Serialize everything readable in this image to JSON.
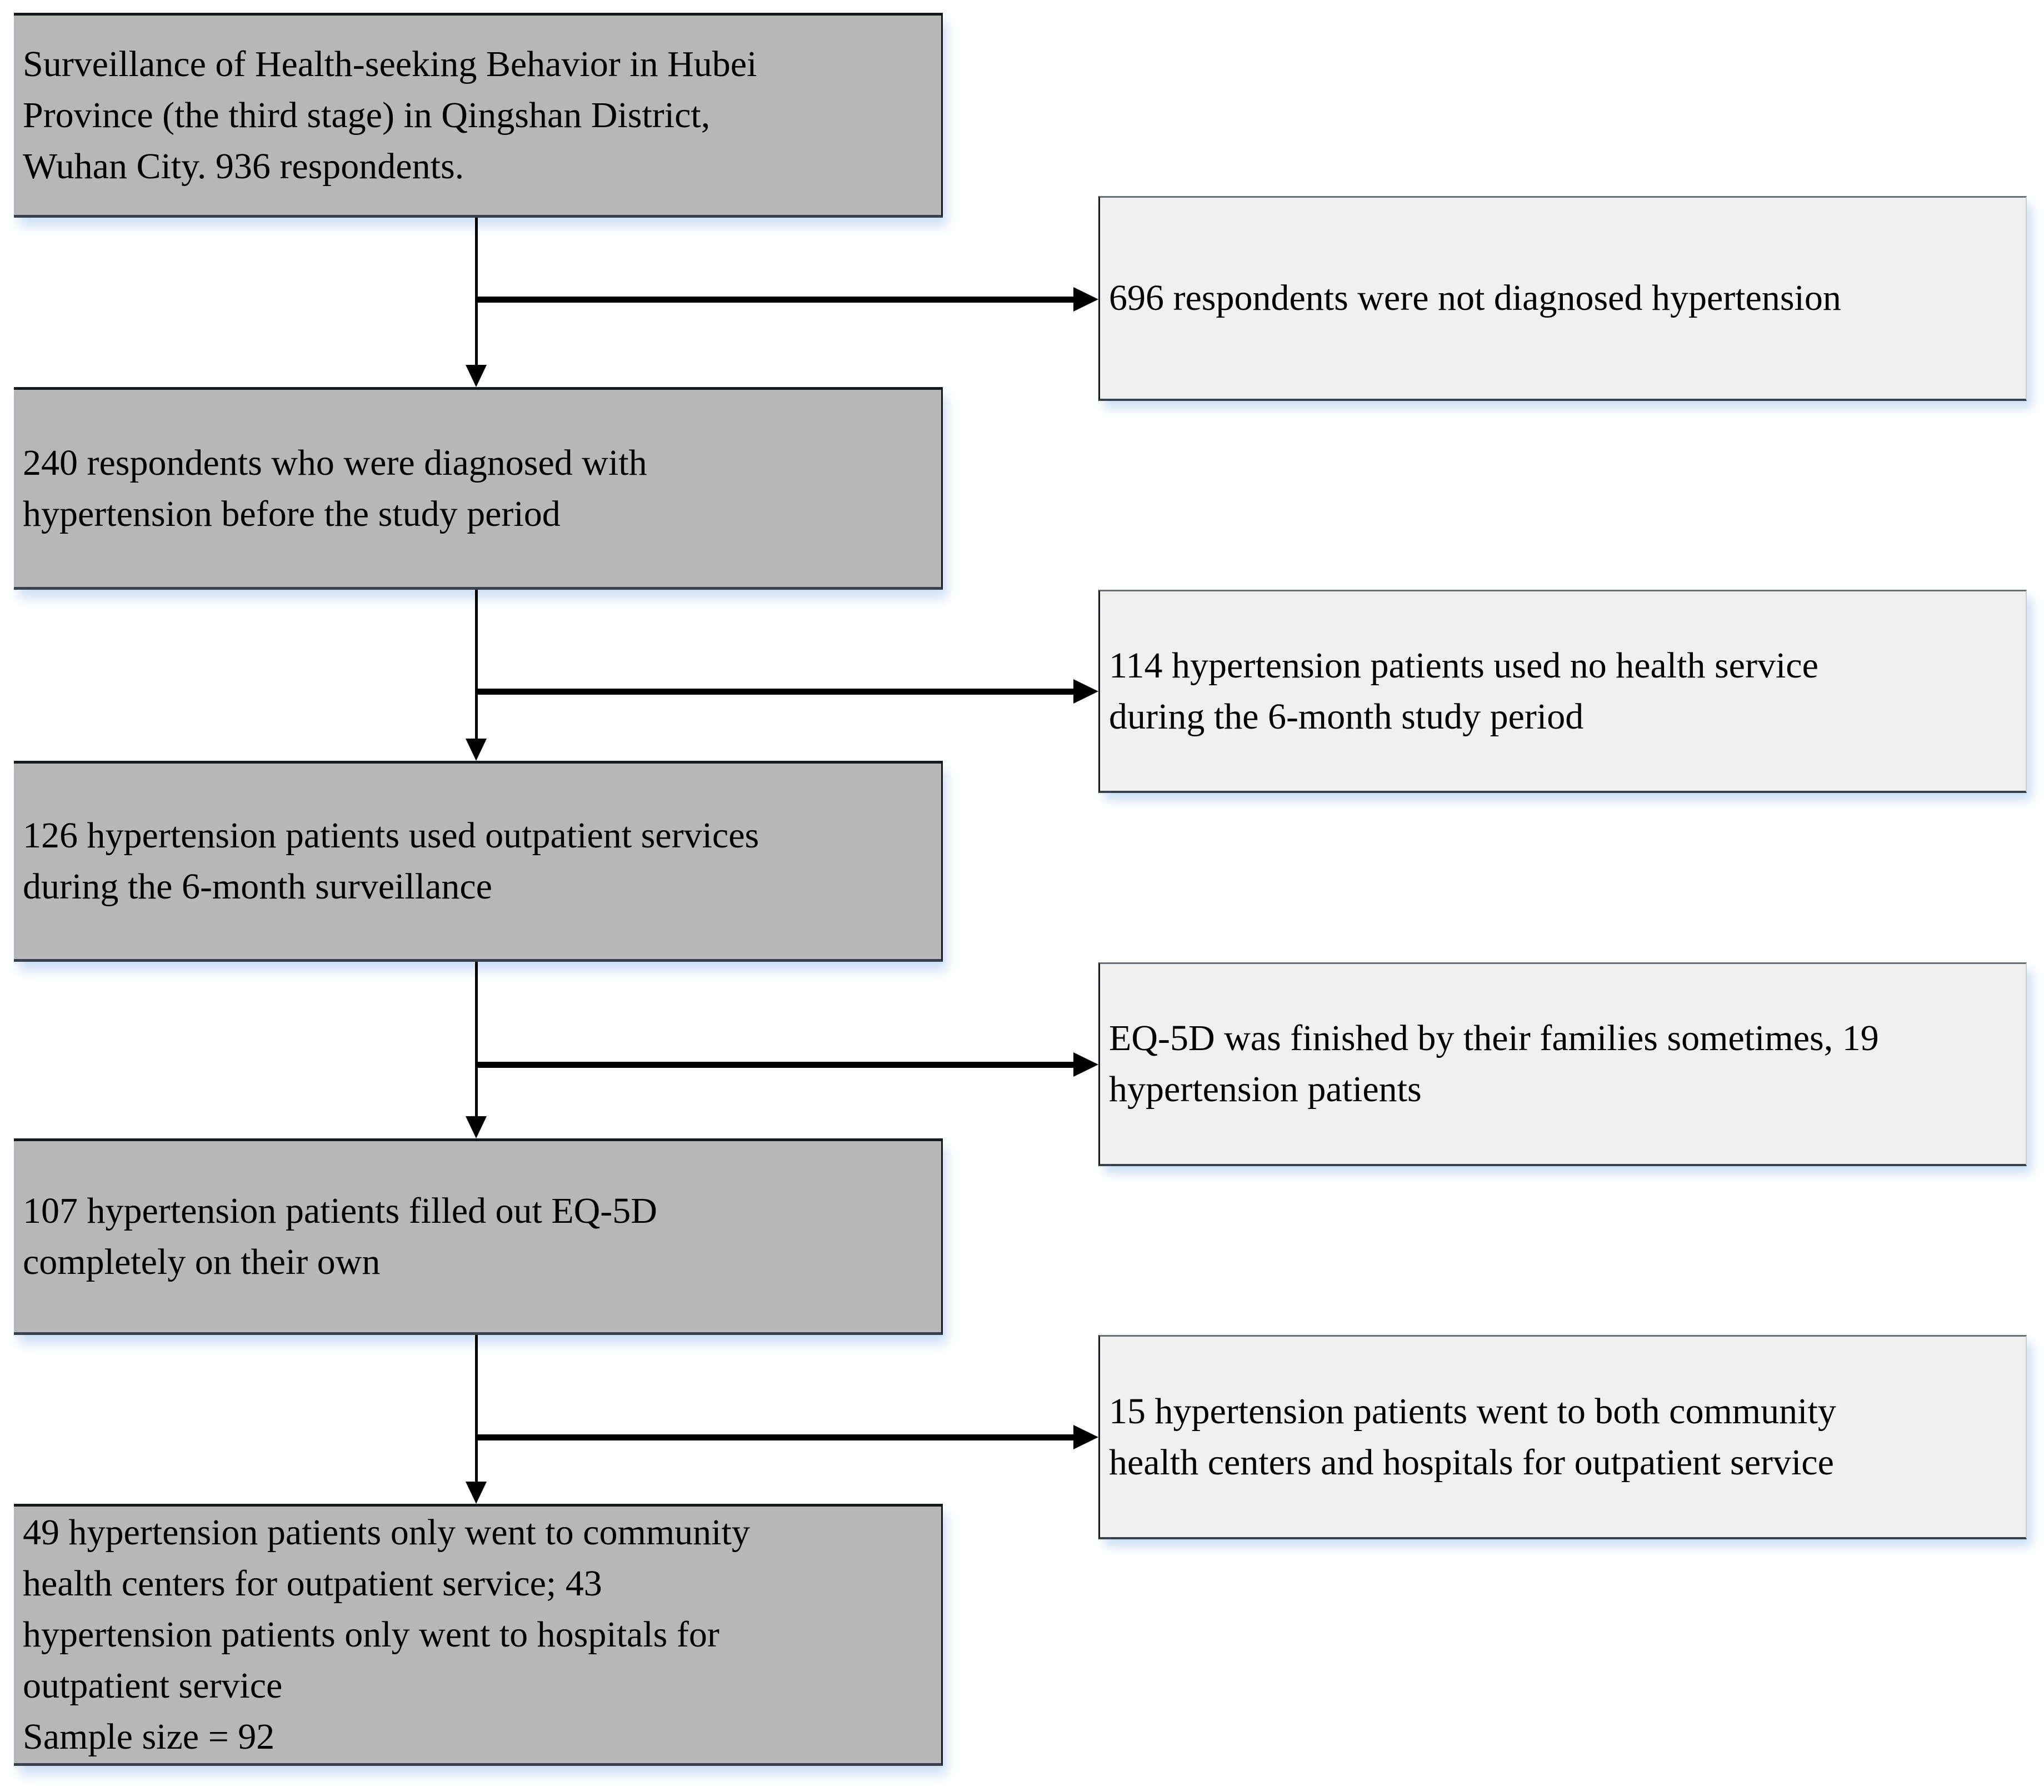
{
  "colors": {
    "left_box_fill": "#b7b7b7",
    "right_box_fill": "#f0f0f0",
    "border_dark": "#15181c",
    "border_slate": "#39414d",
    "border_mid": "#6a6f75",
    "shadow_blue": "#cfe0f5",
    "arrow": "#000000"
  },
  "flow": {
    "main_boxes": [
      {
        "text": "Surveillance of Health-seeking Behavior in Hubei\nProvince (the third stage) in Qingshan District,\nWuhan City. 936 respondents."
      },
      {
        "text": "240 respondents who were diagnosed with\nhypertension before the study period"
      },
      {
        "text": "126 hypertension patients used outpatient services\nduring the 6-month surveillance"
      },
      {
        "text": "107 hypertension patients filled out EQ-5D\ncompletely on their own"
      },
      {
        "text": "49 hypertension patients only went to community\nhealth centers for outpatient service; 43\nhypertension patients only went to hospitals for\noutpatient service\nSample size = 92"
      }
    ],
    "exclusion_boxes": [
      {
        "text": "696 respondents were not diagnosed hypertension"
      },
      {
        "text": "114 hypertension patients used no health service\nduring the 6-month study period"
      },
      {
        "text": "EQ-5D was finished by their families sometimes, 19\nhypertension patients"
      },
      {
        "text": "15 hypertension patients went to both community\nhealth centers and hospitals for outpatient service"
      }
    ]
  }
}
